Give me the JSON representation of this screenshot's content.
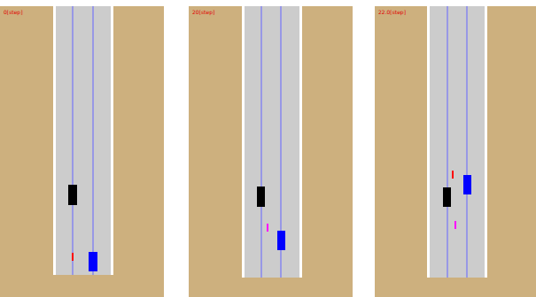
{
  "diagram": {
    "labels": [
      "0[step]",
      "20[step]",
      "22.0[step]"
    ]
  }
}
